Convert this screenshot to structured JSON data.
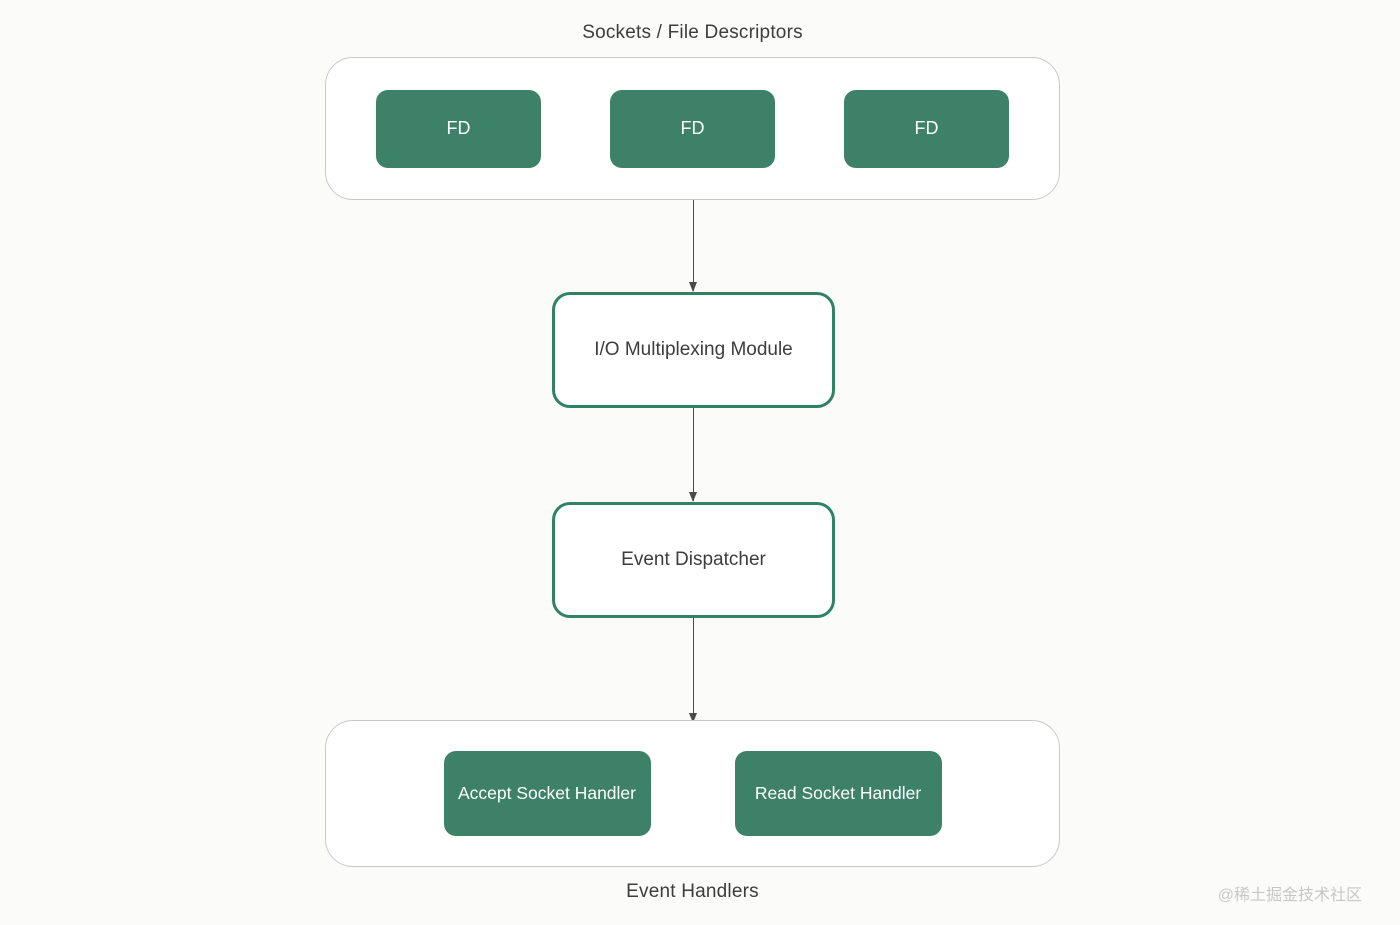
{
  "diagram": {
    "top_group": {
      "title": "Sockets / File Descriptors",
      "nodes": [
        {
          "label": "FD"
        },
        {
          "label": "FD"
        },
        {
          "label": "FD"
        }
      ]
    },
    "middle_nodes": [
      {
        "label": "I/O Multiplexing Module"
      },
      {
        "label": "Event Dispatcher"
      }
    ],
    "bottom_group": {
      "title": "Event Handlers",
      "nodes": [
        {
          "label": "Accept Socket Handler"
        },
        {
          "label": "Read Socket Handler"
        }
      ]
    },
    "arrows": [
      {
        "from": "sockets-container",
        "to": "io-multiplexing-module"
      },
      {
        "from": "io-multiplexing-module",
        "to": "event-dispatcher"
      },
      {
        "from": "event-dispatcher",
        "to": "event-handlers-container"
      }
    ],
    "watermark": "@稀土掘金技术社区",
    "colors": {
      "node_fill_green": "#3d8169",
      "node_border_green": "#2f8266",
      "container_border": "#c9c9c9",
      "container_fill": "#ffffff",
      "background": "#fbfbfa",
      "text_dark": "#3d3d3d",
      "node_text": "#ffffff",
      "arrow": "#4a4a4a",
      "watermark_text": "#c7c7c5"
    }
  }
}
